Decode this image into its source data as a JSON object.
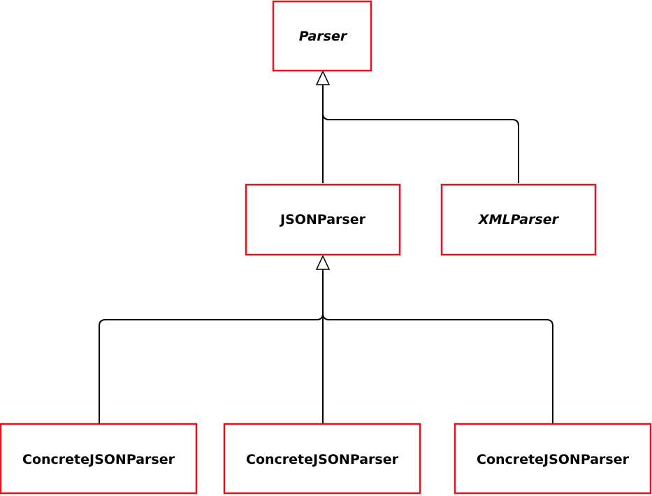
{
  "diagram": {
    "nodes": {
      "parser": {
        "label": "Parser",
        "abstract": true
      },
      "json_parser": {
        "label": "JSONParser",
        "abstract": false
      },
      "xml_parser": {
        "label": "XMLParser",
        "abstract": true
      },
      "concrete_1": {
        "label": "ConcreteJSONParser",
        "abstract": false
      },
      "concrete_2": {
        "label": "ConcreteJSONParser",
        "abstract": false
      },
      "concrete_3": {
        "label": "ConcreteJSONParser",
        "abstract": false
      }
    },
    "relations": [
      {
        "from": "json_parser",
        "to": "parser",
        "type": "inheritance"
      },
      {
        "from": "xml_parser",
        "to": "parser",
        "type": "inheritance"
      },
      {
        "from": "concrete_1",
        "to": "json_parser",
        "type": "inheritance"
      },
      {
        "from": "concrete_2",
        "to": "json_parser",
        "type": "inheritance"
      },
      {
        "from": "concrete_3",
        "to": "json_parser",
        "type": "inheritance"
      }
    ],
    "colors": {
      "box_border": "#e8141c",
      "connector": "#000000",
      "background": "#ffffff"
    }
  }
}
